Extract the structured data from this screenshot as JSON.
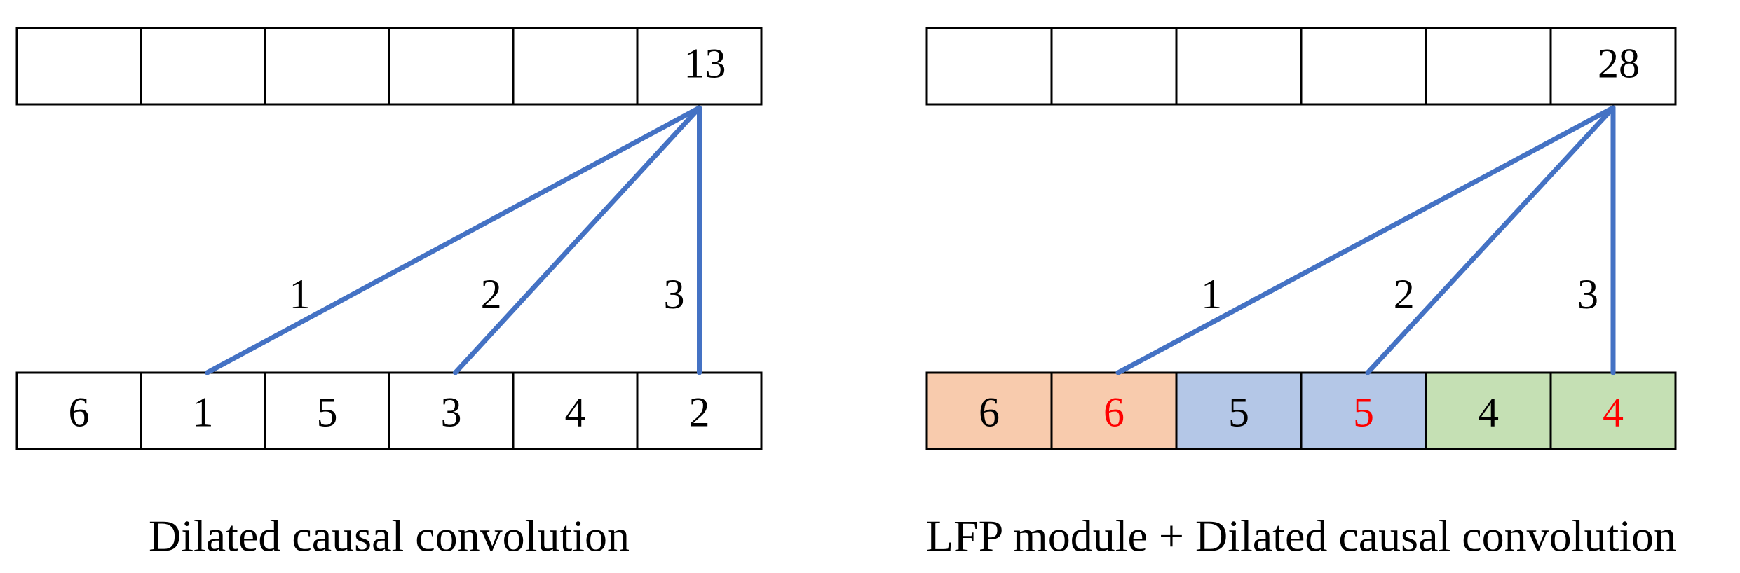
{
  "colors": {
    "connector": "#4472c4",
    "highlight_text": "#ff0000",
    "orange_fill": "#f8cbad",
    "blue_fill": "#b4c7e7",
    "green_fill": "#c5e0b4"
  },
  "panels": [
    {
      "id": "dilated",
      "caption": "Dilated causal convolution",
      "output_row": [
        "",
        "",
        "",
        "",
        "",
        "13"
      ],
      "input_row": [
        {
          "text": "6",
          "fill": "#ffffff",
          "color": "#000000"
        },
        {
          "text": "1",
          "fill": "#ffffff",
          "color": "#000000"
        },
        {
          "text": "5",
          "fill": "#ffffff",
          "color": "#000000"
        },
        {
          "text": "3",
          "fill": "#ffffff",
          "color": "#000000"
        },
        {
          "text": "4",
          "fill": "#ffffff",
          "color": "#000000"
        },
        {
          "text": "2",
          "fill": "#ffffff",
          "color": "#000000"
        }
      ],
      "connections": [
        {
          "from_cell": 1,
          "weight": "1"
        },
        {
          "from_cell": 3,
          "weight": "2"
        },
        {
          "from_cell": 5,
          "weight": "3"
        }
      ]
    },
    {
      "id": "lfp",
      "caption": "LFP module + Dilated causal convolution",
      "output_row": [
        "",
        "",
        "",
        "",
        "",
        "28"
      ],
      "input_row": [
        {
          "text": "6",
          "fill": "#f8cbad",
          "color": "#000000"
        },
        {
          "text": "6",
          "fill": "#f8cbad",
          "color": "#ff0000"
        },
        {
          "text": "5",
          "fill": "#b4c7e7",
          "color": "#000000"
        },
        {
          "text": "5",
          "fill": "#b4c7e7",
          "color": "#ff0000"
        },
        {
          "text": "4",
          "fill": "#c5e0b4",
          "color": "#000000"
        },
        {
          "text": "4",
          "fill": "#c5e0b4",
          "color": "#ff0000"
        }
      ],
      "connections": [
        {
          "from_cell": 1,
          "weight": "1"
        },
        {
          "from_cell": 3,
          "weight": "2"
        },
        {
          "from_cell": 5,
          "weight": "3"
        }
      ]
    }
  ]
}
